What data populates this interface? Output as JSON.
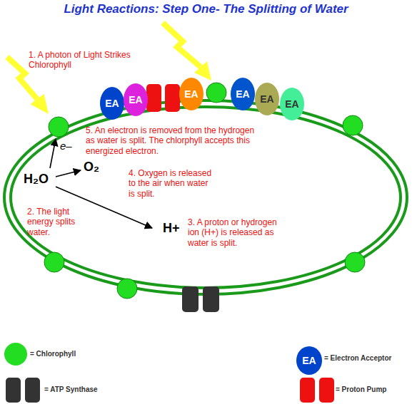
{
  "diagram": {
    "title": "Light Reactions: Step One- The Splitting of Water",
    "nodes": [
      {
        "text": [
          "EA"
        ]
      },
      {
        "text": [
          "EA"
        ]
      },
      {
        "text": [
          "EA"
        ]
      },
      {
        "text": [
          "EA"
        ]
      },
      {
        "text": [
          "EA"
        ]
      },
      {
        "text": [
          "EA"
        ]
      }
    ],
    "labels": [
      "1. A photon of Light Strikes Chlorophyll",
      "2. The light energy splits water.",
      "3. A proton or hydrogen ion (H+) is released as water is split.",
      "4. Oxygen is released to the air when water is split.",
      "5. An electron is removed from the hydrogen as water is split. The chlorphyll accepts this energized electron.",
      "H₂O",
      "O₂",
      "H+",
      "e–",
      "EA"
    ],
    "legend": [
      {
        "text": "= Chlorophyll",
        "color": "#22dd22"
      },
      {
        "text": "= ATP Synthase",
        "color": "#333333"
      },
      {
        "text": "= Electron Acceptor",
        "color": "#0044cc"
      },
      {
        "text": "= Proton Pump",
        "color": "#ee1111"
      }
    ]
  }
}
